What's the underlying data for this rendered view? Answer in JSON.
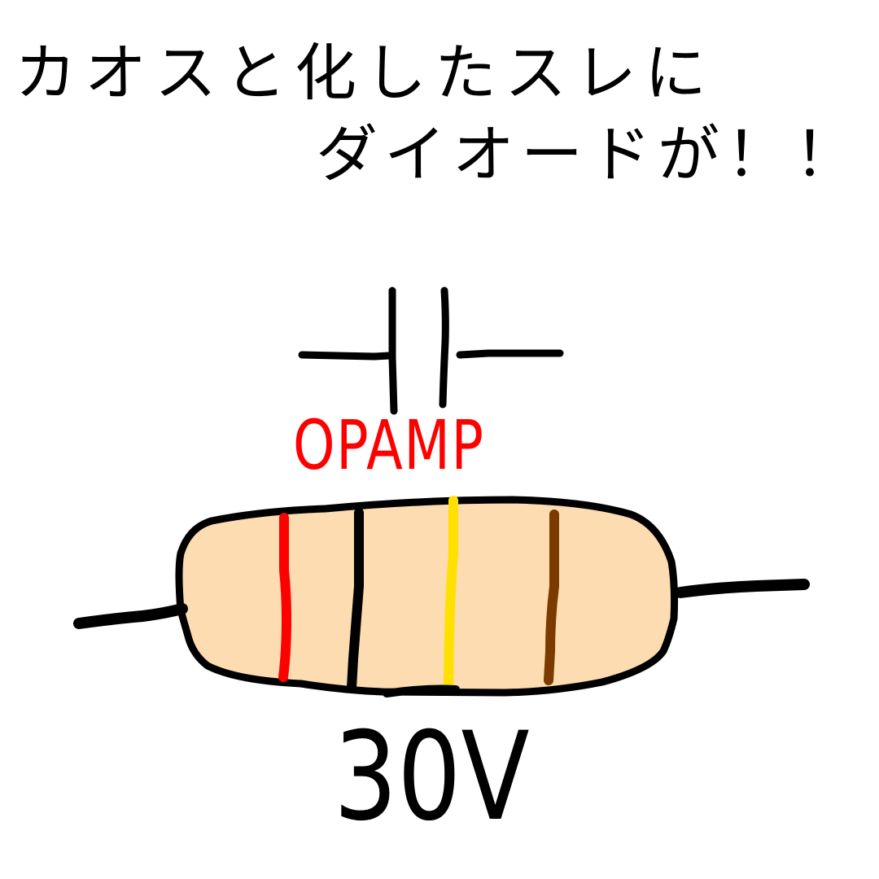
{
  "title_line1": "カオスと化したスレに",
  "title_line2": "ダイオードが！！",
  "opamp_label": "OPAMP",
  "voltage_label": "30V",
  "colors": {
    "resistor_body": "#fcdcb0",
    "band1": "#ff0000",
    "band2": "#000000",
    "band3": "#ffe000",
    "band4": "#7a3a00",
    "label_red": "#ff0000"
  }
}
